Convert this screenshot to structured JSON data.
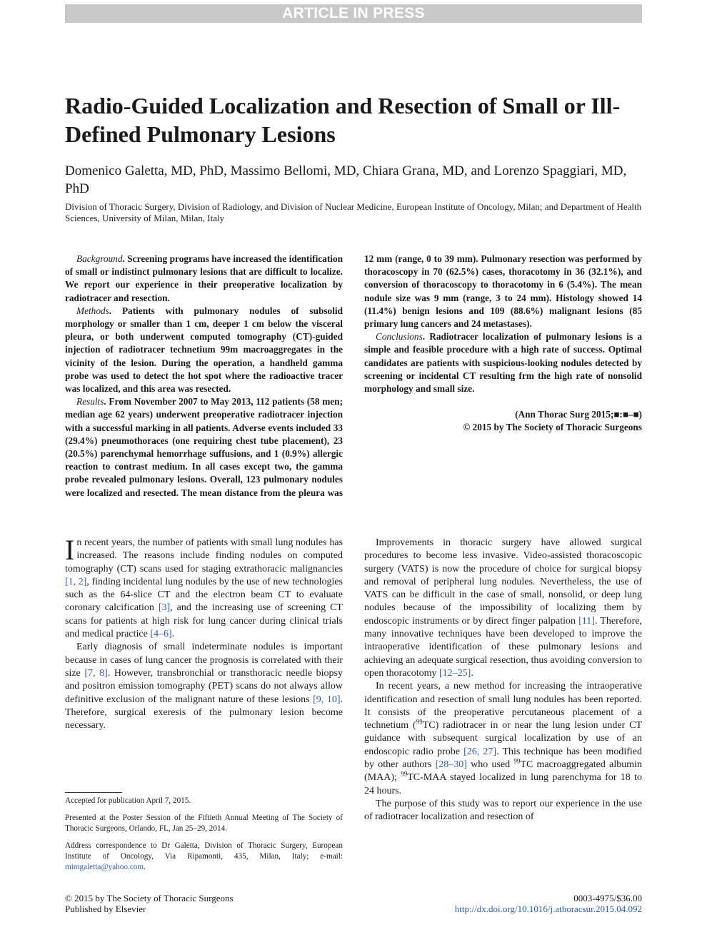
{
  "banner": "ARTICLE IN PRESS",
  "title": "Radio-Guided Localization and Resection of Small or Ill-Defined Pulmonary Lesions",
  "authors": "Domenico Galetta, MD, PhD, Massimo Bellomi, MD, Chiara Grana, MD, and Lorenzo Spaggiari, MD, PhD",
  "affiliation": "Division of Thoracic Surgery, Division of Radiology, and Division of Nuclear Medicine, European Institute of Oncology, Milan; and Department of Health Sciences, University of Milan, Milan, Italy",
  "abstract": {
    "background_label": "Background",
    "background": ". Screening programs have increased the identification of small or indistinct pulmonary lesions that are difficult to localize. We report our experience in their preoperative localization by radiotracer and resection.",
    "methods_label": "Methods",
    "methods": ". Patients with pulmonary nodules of subsolid morphology or smaller than 1 cm, deeper 1 cm below the visceral pleura, or both underwent computed tomography (CT)-guided injection of radiotracer technetium 99m macroaggregates in the vicinity of the lesion. During the operation, a handheld gamma probe was used to detect the hot spot where the radioactive tracer was localized, and this area was resected.",
    "results_label": "Results",
    "results": ". From November 2007 to May 2013, 112 patients (58 men; median age 62 years) underwent preoperative radiotracer injection with a successful marking in all patients. Adverse events included 33 (29.4%) pneumothoraces (one requiring chest tube placement), 23 (20.5%) parenchymal hemorrhage suffusions, and 1 (0.9%) allergic reaction to contrast medium. In all cases except two, the gamma probe revealed pulmonary lesions. Overall, 123 pulmonary nodules were localized and resected. The mean distance from the pleura was 12 mm (range, 0 to 39 mm). Pulmonary resection was performed by thoracoscopy in 70 (62.5%) cases, thoracotomy in 36 (32.1%), and conversion of thoracoscopy to thoracotomy in 6 (5.4%). The mean nodule size was 9 mm (range, 3 to 24 mm). Histology showed 14 (11.4%) benign lesions and 109 (88.6%) malignant lesions (85 primary lung cancers and 24 metastases).",
    "conclusions_label": "Conclusions",
    "conclusions": ". Radiotracer localization of pulmonary lesions is a simple and feasible procedure with a high rate of success. Optimal candidates are patients with suspicious-looking nodules detected by screening or incidental CT resulting frm the high rate of nonsolid morphology and small size.",
    "citation": "(Ann Thorac Surg 2015;■:■–■)",
    "copyright": "© 2015 by The Society of Thoracic Surgeons"
  },
  "body": {
    "p1_dropcap": "I",
    "p1_a": "n recent years, the number of patients with small lung nodules has increased. The reasons include finding nodules on computed tomography (CT) scans used for staging extrathoracic malignancies ",
    "ref_1_2": "[1, 2]",
    "p1_b": ", finding incidental lung nodules by the use of new technologies such as the 64-slice CT and the electron beam CT to evaluate coronary calcification ",
    "ref_3": "[3]",
    "p1_c": ", and the increasing use of screening CT scans for patients at high risk for lung cancer during clinical trials and medical practice ",
    "ref_4_6": "[4–6]",
    "p1_d": ".",
    "p2_a": "Early diagnosis of small indeterminate nodules is important because in cases of lung cancer the prognosis is correlated with their size ",
    "ref_7_8": "[7, 8]",
    "p2_b": ". However, transbronchial or transthoracic needle biopsy and positron emission tomography (PET) scans do not always allow definitive exclusion of the malignant nature of these lesions ",
    "ref_9_10": "[9, 10]",
    "p2_c": ". Therefore, surgical exeresis of the pulmonary lesion become necessary.",
    "p3_a": "Improvements in thoracic surgery have allowed surgical procedures to become less invasive. Video-assisted thoracoscopic surgery (VATS) is now the procedure of choice for surgical biopsy and removal of peripheral lung nodules. Nevertheless, the use of VATS can be difficult in the case of small, nonsolid, or deep lung nodules because of the impossibility of localizing them by endoscopic instruments or by direct finger palpation ",
    "ref_11": "[11]",
    "p3_b": ". Therefore, many innovative techniques have been developed to improve the intraoperative identification of these pulmonary lesions and achieving an adequate surgical resection, thus avoiding conversion to open thoracotomy ",
    "ref_12_25": "[12–25]",
    "p3_c": ".",
    "p4_a": "In recent years, a new method for increasing the intraoperative identification and resection of small lung nodules has been reported. It consists of the preoperative percutaneous placement of a technetium (",
    "sup_99a": "99",
    "p4_b": "TC) radiotracer in or near the lung lesion under CT guidance with subsequent surgical localization by use of an endoscopic radio probe ",
    "ref_26_27": "[26, 27]",
    "p4_c": ". This technique has been modified by other authors ",
    "ref_28_30": "[28–30]",
    "p4_d": " who used ",
    "sup_99b": "99",
    "p4_e": "TC macroaggregated albumin (MAA); ",
    "sup_99c": "99",
    "p4_f": "TC-MAA stayed localized in lung parenchyma for 18 to 24 hours.",
    "p5": "The purpose of this study was to report our experience in the use of radiotracer localization and resection of"
  },
  "footnotes": {
    "accepted": "Accepted for publication April 7, 2015.",
    "presented": "Presented at the Poster Session of the Fiftieth Annual Meeting of The Society of Thoracic Surgeons, Orlando, FL, Jan 25–29, 2014.",
    "address": "Address correspondence to Dr Galetta, Division of Thoracic Surgery, European Institute of Oncology, Via Ripamonti, 435, Milan, Italy; e-mail: ",
    "email": "mimgaletta@yahoo.com",
    "address_end": "."
  },
  "footer": {
    "copyright": "© 2015 by The Society of Thoracic Surgeons",
    "publisher": "Published by Elsevier",
    "issn": "0003-4975/$36.00",
    "doi": "http://dx.doi.org/10.1016/j.athoracsur.2015.04.092"
  }
}
